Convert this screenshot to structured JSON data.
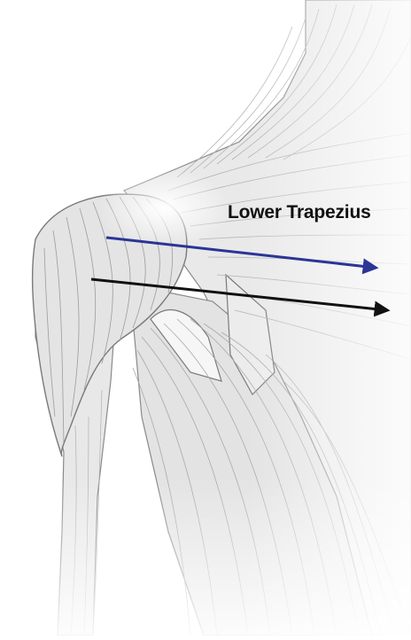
{
  "diagram": {
    "label": "Lower Trapezius",
    "arrows": [
      {
        "name": "upper-arrow",
        "color": "#2a3596"
      },
      {
        "name": "lower-arrow",
        "color": "#111111"
      }
    ],
    "colors": {
      "background": "#ffffff",
      "muscle_fill": "#e6e6e6",
      "muscle_line": "#a8a8a8",
      "outline": "#7a7a7a"
    }
  }
}
